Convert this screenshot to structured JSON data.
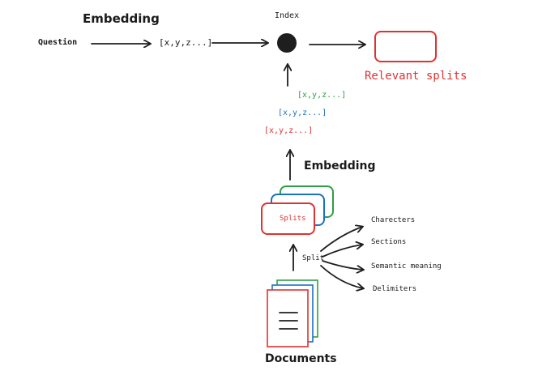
{
  "query": {
    "question_label": "Question",
    "embedding_label": "Embedding",
    "vector_label": "[x,y,z...]"
  },
  "index": {
    "label": "Index"
  },
  "output": {
    "relevant_splits_label": "Relevant splits"
  },
  "vectors": [
    {
      "text": "[x,y,z...]",
      "color": "#2f9e44"
    },
    {
      "text": "[x,y,z...]",
      "color": "#1971c2"
    },
    {
      "text": "[x,y,z...]",
      "color": "#e03131"
    }
  ],
  "doc_embedding_label": "Embedding",
  "splits": {
    "label": "Splits",
    "card_colors": [
      "#2f9e44",
      "#1971c2",
      "#e03131"
    ]
  },
  "split_step_label": "Split",
  "split_methods": [
    "Charecters",
    "Sections",
    "Semantic meaning",
    "Delimiters"
  ],
  "documents": {
    "label": "Documents",
    "stack_colors": [
      "#2f9e44",
      "#1971c2",
      "#e03131"
    ]
  },
  "colors": {
    "red": "#e03131",
    "blue": "#1971c2",
    "green": "#2f9e44",
    "ink": "#1e1e1e"
  }
}
